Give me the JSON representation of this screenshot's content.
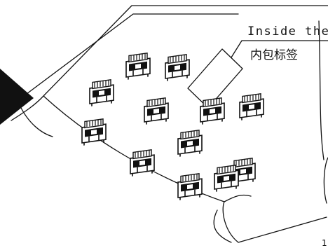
{
  "labels": {
    "inside_en": "Inside the",
    "inside_cn": "内包标签",
    "page_no": "1"
  },
  "connector_count": 12,
  "colors": {
    "stroke": "#111111",
    "background": "#ffffff"
  }
}
